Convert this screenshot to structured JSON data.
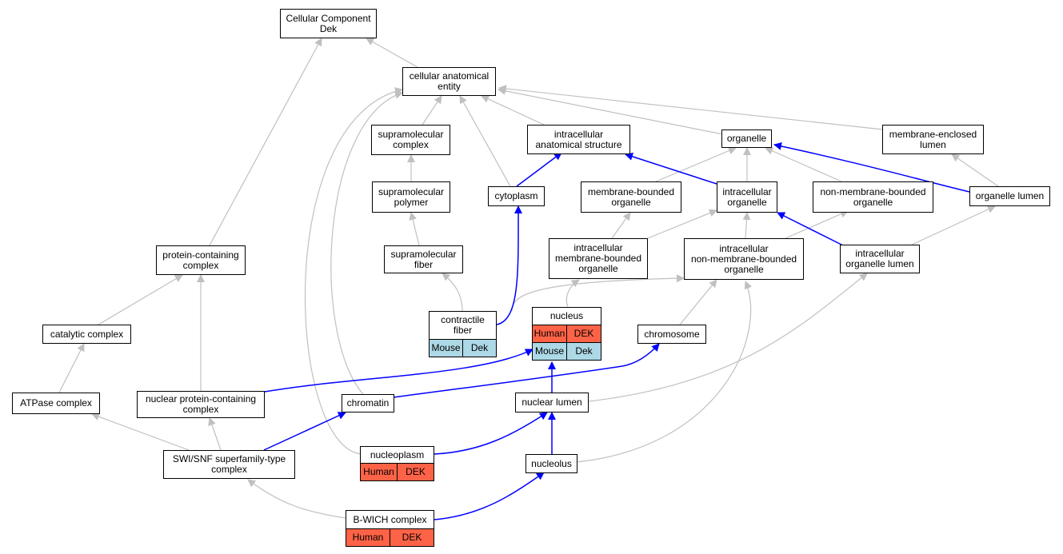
{
  "colors": {
    "gray_edge": "#c0c0c0",
    "blue_edge": "#0000ff",
    "human_fill": "#ff6347",
    "mouse_fill": "#add8e6"
  },
  "nodes": {
    "cellular_component": {
      "line1": "Cellular Component",
      "line2": "Dek"
    },
    "cellular_anatomical_entity": {
      "line1": "cellular anatomical",
      "line2": "entity"
    },
    "supramolecular_complex": {
      "line1": "supramolecular",
      "line2": "complex"
    },
    "intracellular_anatomical_structure": {
      "line1": "intracellular",
      "line2": "anatomical structure"
    },
    "organelle": {
      "line1": "organelle"
    },
    "membrane_enclosed_lumen": {
      "line1": "membrane-enclosed",
      "line2": "lumen"
    },
    "supramolecular_polymer": {
      "line1": "supramolecular",
      "line2": "polymer"
    },
    "cytoplasm": {
      "line1": "cytoplasm"
    },
    "membrane_bounded_organelle": {
      "line1": "membrane-bounded",
      "line2": "organelle"
    },
    "intracellular_organelle": {
      "line1": "intracellular",
      "line2": "organelle"
    },
    "non_membrane_bounded_organelle": {
      "line1": "non-membrane-bounded",
      "line2": "organelle"
    },
    "organelle_lumen": {
      "line1": "organelle lumen"
    },
    "protein_containing_complex": {
      "line1": "protein-containing",
      "line2": "complex"
    },
    "supramolecular_fiber": {
      "line1": "supramolecular",
      "line2": "fiber"
    },
    "intracellular_membrane_bounded_organelle": {
      "line1": "intracellular",
      "line2": "membrane-bounded",
      "line3": "organelle"
    },
    "intracellular_non_membrane_bounded_organelle": {
      "line1": "intracellular",
      "line2": "non-membrane-bounded",
      "line3": "organelle"
    },
    "intracellular_organelle_lumen": {
      "line1": "intracellular",
      "line2": "organelle lumen"
    },
    "catalytic_complex": {
      "line1": "catalytic complex"
    },
    "contractile_fiber": {
      "line1": "contractile",
      "line2": "fiber",
      "species1": "Mouse",
      "gene1": "Dek"
    },
    "nucleus": {
      "line1": "nucleus",
      "species1": "Human",
      "gene1": "DEK",
      "species2": "Mouse",
      "gene2": "Dek"
    },
    "chromosome": {
      "line1": "chromosome"
    },
    "atpase_complex": {
      "line1": "ATPase complex"
    },
    "nuclear_protein_containing_complex": {
      "line1": "nuclear protein-containing",
      "line2": "complex"
    },
    "chromatin": {
      "line1": "chromatin"
    },
    "nuclear_lumen": {
      "line1": "nuclear lumen"
    },
    "swi_snf_complex": {
      "line1": "SWI/SNF superfamily-type",
      "line2": "complex"
    },
    "nucleoplasm": {
      "line1": "nucleoplasm",
      "species1": "Human",
      "gene1": "DEK"
    },
    "nucleolus": {
      "line1": "nucleolus"
    },
    "b_wich_complex": {
      "line1": "B-WICH complex",
      "species1": "Human",
      "gene1": "DEK"
    }
  }
}
